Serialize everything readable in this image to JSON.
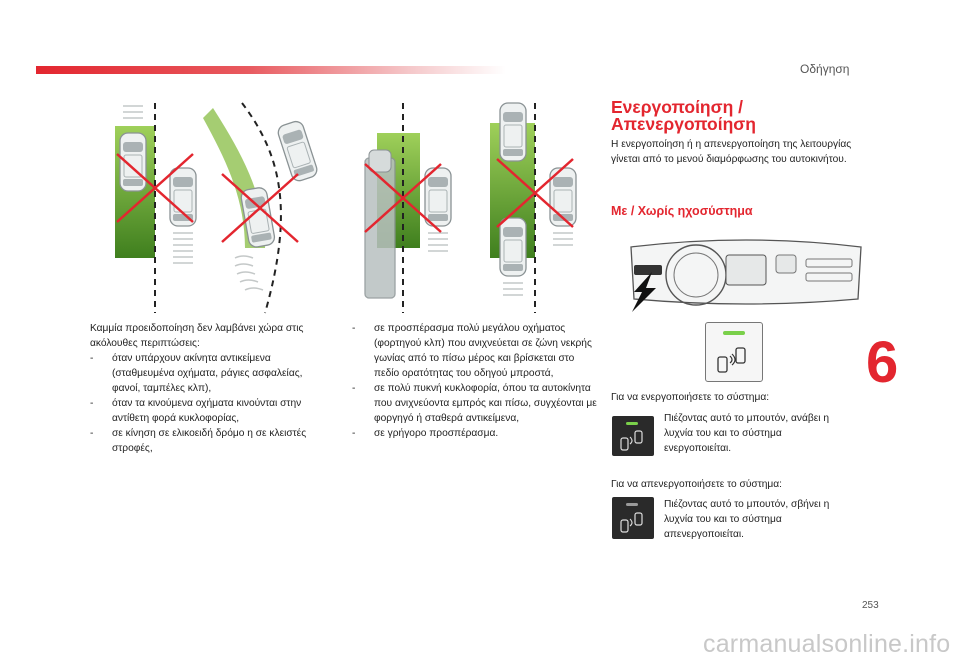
{
  "header": {
    "section": "Οδήγηση",
    "chapter": "6",
    "page": "253"
  },
  "watermark": "carmanualsonline.info",
  "col1": {
    "intro": "Καμμία προειδοποίηση δεν λαμβάνει χώρα στις ακόλουθες περιπτώσεις:",
    "items": [
      "όταν υπάρχουν ακίνητα αντικείμενα (σταθμευμένα οχήματα, ράγιες ασφαλείας, φανοί, ταμπέλες κλπ),",
      "όταν τα κινούμενα οχήματα κινούνται στην αντίθετη φορά κυκλοφορίας,",
      "σε κίνηση σε ελικοειδή δρόμο η σε κλειστές στροφές,"
    ]
  },
  "col2": {
    "items": [
      "σε προσπέρασμα πολύ μεγάλου οχήματος (φορτηγού κλπ) που ανιχνεύεται σε ζώνη νεκρής γωνίας από το πίσω μέρος και βρίσκεται στο πεδίο ορατότητας του οδηγού μπροστά,",
      "σε πολύ πυκνή κυκλοφορία, όπου τα αυτοκίνητα που ανιχνεύοντα εμπρός και πίσω, συγχέονται με φοργηγό ή σταθερά αντικείμενα,",
      "σε γρήγορο προσπέρασμα."
    ]
  },
  "right": {
    "heading_line1": "Ενεργοποίηση /",
    "heading_line2": "Απενεργοποίηση",
    "intro": "Η ενεργοποίηση ή η απενεργοποίηση της λειτουργίας γίνεται από το μενού διαμόρφωσης του αυτοκινήτου.",
    "subheading": "Με / Χωρίς ηχοσύστημα",
    "activate_label": "Για να ενεργοποιήσετε το σύστημα:",
    "activate_bullet": "",
    "activate_desc": "Πιέζοντας αυτό το μπουτόν, ανάβει η λυχνία του και το σύστημα ενεργοποιείται.",
    "deactivate_label": "Για να απενεργοποιήσετε το σύστημα:",
    "deactivate_bullet": "",
    "deactivate_desc": "Πιέζοντας αυτό το μπουτόν, σβήνει η λυχνία του και το σύστημα απενεργοποιείται."
  },
  "colors": {
    "accent": "#e3262f",
    "zone_green": "#5e9e2a",
    "cross_red": "#e3262f",
    "led_green": "#7ad04a"
  },
  "icons": {
    "scenarios": "blind-spot-scenario-illustrations",
    "dashboard": "dashboard-illustration",
    "button": "blind-spot-button-icon",
    "arrow": "pointer-arrow-icon"
  }
}
